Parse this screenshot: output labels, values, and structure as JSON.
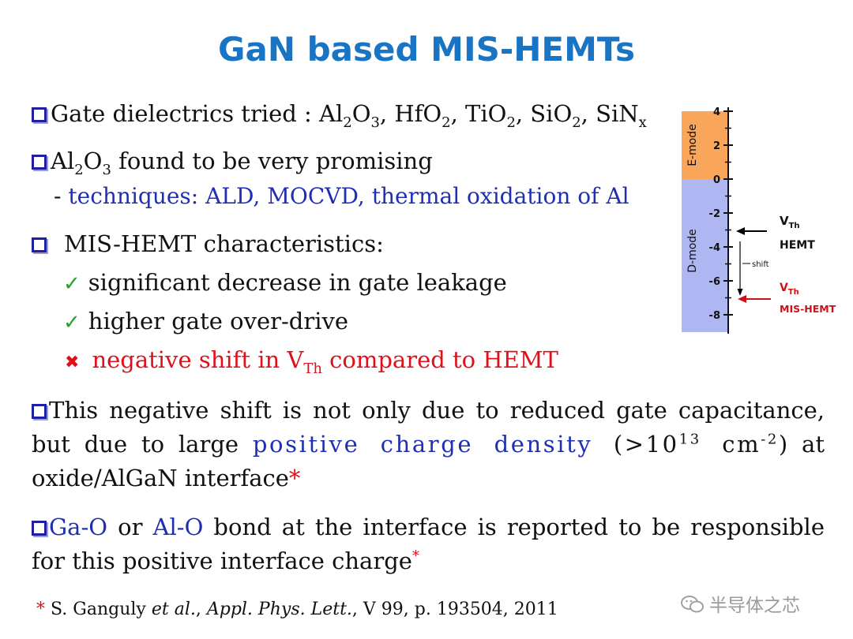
{
  "slide": {
    "title": "GaN based MIS-HEMTs",
    "bullet1": {
      "prefix": "Gate dielectrics tried : Al",
      "s1": "2",
      "t1": "O",
      "s2": "3",
      "t2": ", HfO",
      "s3": "2",
      "t3": ", TiO",
      "s4": "2",
      "t4": ", SiO",
      "s5": "2",
      "t5": ", SiN",
      "s6": "x"
    },
    "bullet2": {
      "prefix": "Al",
      "s1": "2",
      "t1": "O",
      "s2": "3",
      "t2": " found to be very promising"
    },
    "bullet2_sub": {
      "dash": "- ",
      "text": "techniques: ALD, MOCVD, thermal oxidation of Al"
    },
    "bullet3": {
      "text": "MIS-HEMT characteristics:"
    },
    "check1": "significant decrease in gate leakage",
    "check2": "higher gate over-drive",
    "cross1": {
      "a": "negative shift in V",
      "sub": "Th",
      "b": " compared to HEMT"
    },
    "para1": {
      "a": "This negative shift is not only due to reduced gate capacitance, but due to large ",
      "blue": "positive charge density",
      "b": " (>10",
      "sup1": "13",
      "c": " cm",
      "sup2": "-2",
      "d": ") at oxide/AlGaN interface",
      "star": "*"
    },
    "para2": {
      "blue1": "Ga-O",
      "a": "  or ",
      "blue2": "Al-O",
      "b": " bond at the interface is reported to be responsible for this positive interface charge",
      "star": "*"
    },
    "reference": {
      "star": "* ",
      "a": "S. Ganguly ",
      "b": "et al.",
      "c": ", ",
      "d": "Appl. Phys. Lett.",
      "e": ", V 99, p. 193504, 2011"
    },
    "watermark": "半导体之芯"
  },
  "figure": {
    "ticks": [
      "4",
      "2",
      "0",
      "-2",
      "-4",
      "-6",
      "-8"
    ],
    "emode_label": "E-mode",
    "dmode_label": "D-mode",
    "shift_label": "shift",
    "vth_hemt": {
      "v": "V",
      "sub": "Th",
      "name": "HEMT"
    },
    "vth_mis": {
      "v": "V",
      "sub": "Th",
      "name": "MIS-HEMT"
    },
    "colors": {
      "emode": "#f9a55a",
      "dmode": "#aeb7f2",
      "arrow_black": "#000000",
      "arrow_red": "#d01018"
    }
  }
}
